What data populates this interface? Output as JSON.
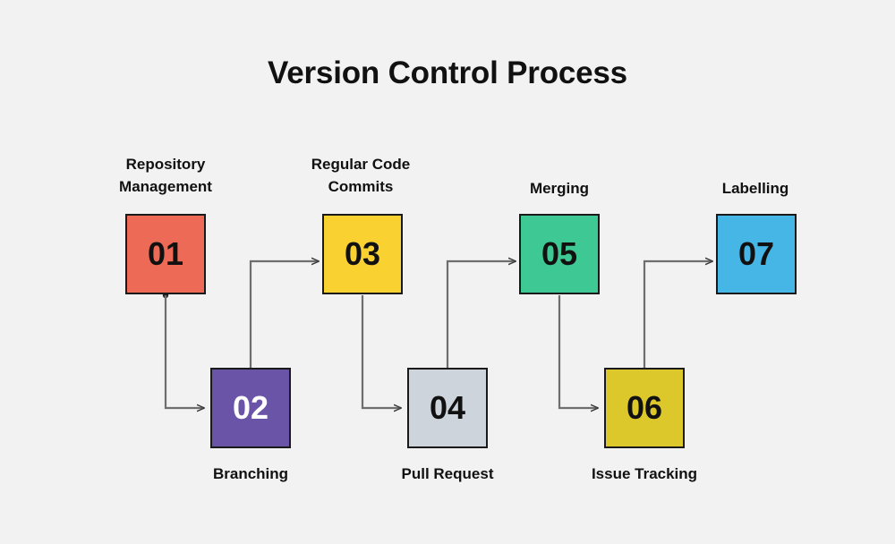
{
  "diagram": {
    "title": "Version Control Process",
    "background_color": "#f2f2f2",
    "connector_color": "#6e6e6e",
    "border_color": "#1a1a1a",
    "steps": [
      {
        "number": "01",
        "label": "Repository\nManagement",
        "label_position": "above",
        "fill": "#ec6a56",
        "text_color": "#111111",
        "row": "top"
      },
      {
        "number": "02",
        "label": "Branching",
        "label_position": "below",
        "fill": "#6a54a8",
        "text_color": "#ffffff",
        "row": "bottom"
      },
      {
        "number": "03",
        "label": "Regular Code\nCommits",
        "label_position": "above",
        "fill": "#f9d231",
        "text_color": "#111111",
        "row": "top"
      },
      {
        "number": "04",
        "label": "Pull Request",
        "label_position": "below",
        "fill": "#ced4dc",
        "text_color": "#111111",
        "row": "bottom"
      },
      {
        "number": "05",
        "label": "Merging",
        "label_position": "above",
        "fill": "#3dc894",
        "text_color": "#111111",
        "row": "top"
      },
      {
        "number": "06",
        "label": "Issue Tracking",
        "label_position": "below",
        "fill": "#ddc82c",
        "text_color": "#111111",
        "row": "bottom"
      },
      {
        "number": "07",
        "label": "Labelling",
        "label_position": "above",
        "fill": "#45b6e6",
        "text_color": "#111111",
        "row": "top"
      }
    ],
    "connections": [
      {
        "from": "01",
        "to": "02"
      },
      {
        "from": "02",
        "to": "03"
      },
      {
        "from": "03",
        "to": "04"
      },
      {
        "from": "04",
        "to": "05"
      },
      {
        "from": "05",
        "to": "06"
      },
      {
        "from": "06",
        "to": "07"
      }
    ]
  }
}
